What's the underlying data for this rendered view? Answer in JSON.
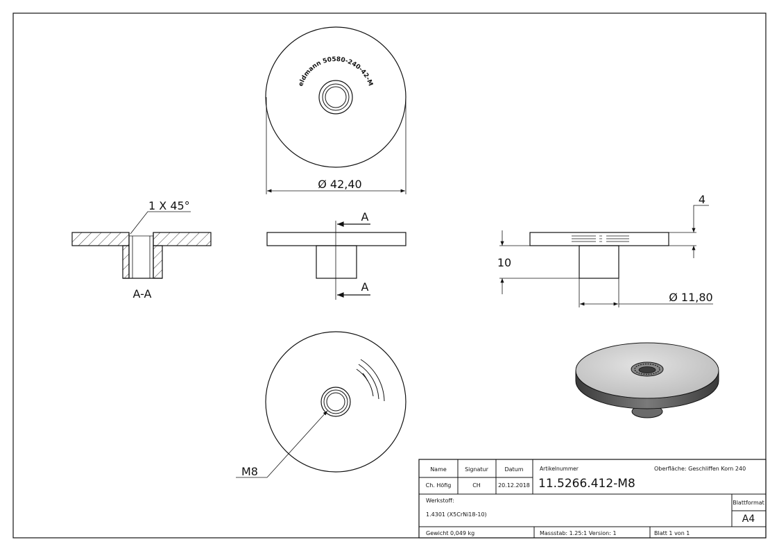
{
  "engraving": "Feldmann 50580-240-42-M8",
  "dimensions": {
    "diameter_top": "Ø 42,40",
    "chamfer": "1 X 45°",
    "section_marker_top": "A",
    "section_marker_bottom": "A",
    "section_label": "A-A",
    "height_total": "10",
    "plate_thickness": "4",
    "diameter_shaft": "Ø 11,80",
    "thread": "M8"
  },
  "title_block": {
    "header_name": "Name",
    "header_signature": "Signatur",
    "header_date": "Datum",
    "name": "Ch. Höfig",
    "signature": "CH",
    "date": "20.12.2018",
    "article_label": "Artikelnummer",
    "article_number": "11.5266.412-M8",
    "surface": "Oberfläche:  Geschliffen Korn 240",
    "material_label": "Werkstoff:",
    "material": "1.4301 (X5CrNi18-10)",
    "sheet_format_label": "Blattformat",
    "sheet_format": "A4",
    "weight": "Gewicht 0,049 kg",
    "scale": "Massstab: 1.25:1   Version: 1",
    "sheet": "Blatt 1 von 1"
  },
  "colors": {
    "line": "#111111",
    "hatch": "#333333",
    "body_shade": "#c8c8c8",
    "rim_shade": "#555555"
  }
}
